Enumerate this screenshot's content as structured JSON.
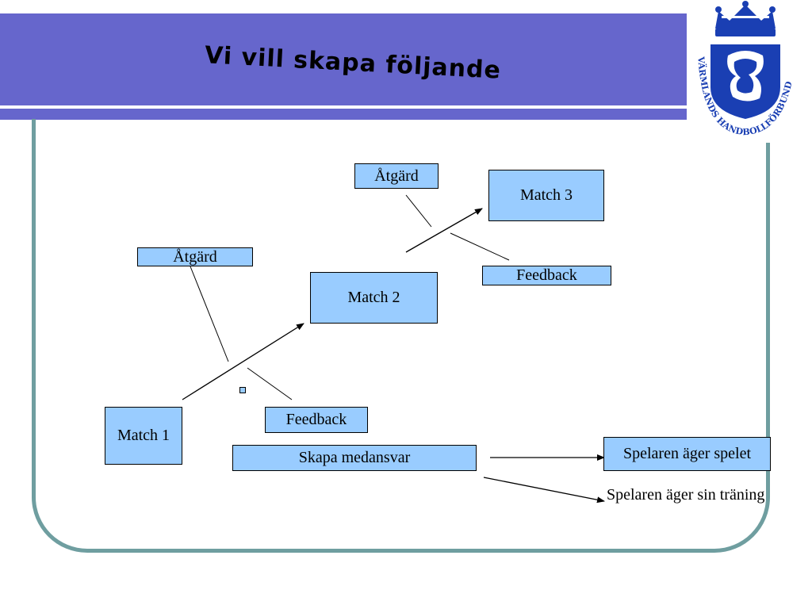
{
  "header": {
    "title": "Vi vill skapa följande",
    "band_color": "#6666cc"
  },
  "logo": {
    "name": "Värmlands Handbollförbund emblem",
    "text": "VÄRMLANDS HANDBOLLFÖRBUND",
    "color": "#1a3fb3"
  },
  "diagram": {
    "match1": "Match 1",
    "match2": "Match 2",
    "match3": "Match 3",
    "atgard1": "Åtgärd",
    "atgard2": "Åtgärd",
    "feedback1": "Feedback",
    "feedback2": "Feedback",
    "skapa": "Skapa medansvar",
    "spelaren_spelet": "Spelaren äger spelet",
    "spelaren_traning": "Spelaren äger sin träning"
  },
  "colors": {
    "box_fill": "#99ccff",
    "frame": "#6f9ea0"
  }
}
